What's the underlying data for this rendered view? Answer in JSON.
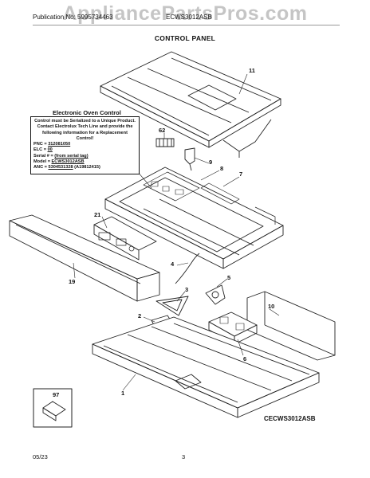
{
  "watermark": "AppliancePartsPros.com",
  "header": {
    "publication": "Publication No: 5995734463",
    "model": "ECWS3012ASB",
    "section": "CONTROL PANEL"
  },
  "electronic_control": {
    "title": "Electronic Oven Control",
    "note_lines": [
      "Control must be Serialized to a Unique Product.",
      "Contact Electrolux Tech Line and provide the",
      "following information for a Replacement Control!"
    ],
    "fields": [
      {
        "label": "PNC = ",
        "value": "312081050"
      },
      {
        "label": "ELC = ",
        "value": "00"
      },
      {
        "label": "Serial # = ",
        "value": "(from serial tag)"
      },
      {
        "label": "Model = ",
        "value": "ECWS3012ASB"
      },
      {
        "label": "ANC = ",
        "value": "5304531328",
        "suffix": " (A19812415)"
      }
    ]
  },
  "callouts": [
    "11",
    "62",
    "9",
    "8",
    "7",
    "21",
    "4",
    "19",
    "3",
    "5",
    "10",
    "2",
    "6",
    "1",
    "97"
  ],
  "diagram_code": "CECWS3012ASB",
  "footer": {
    "date": "05/23",
    "page": "3"
  }
}
